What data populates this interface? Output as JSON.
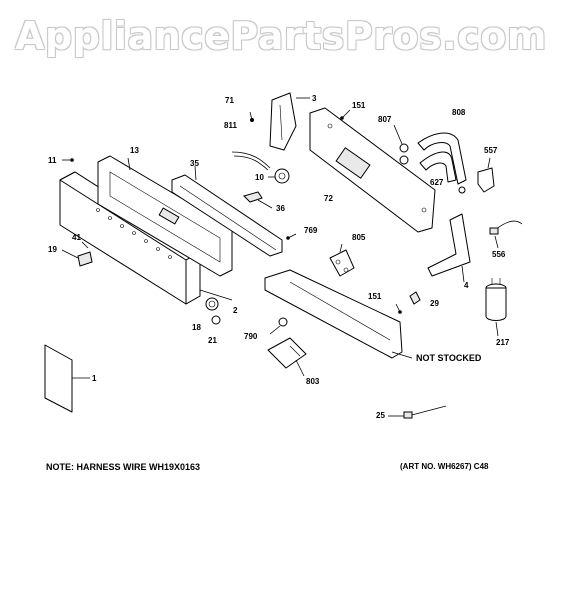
{
  "watermark": "AppliancePartsPros.com",
  "notes": {
    "harness": "NOTE: HARNESS WIRE WH19X0163",
    "art_no": "(ART NO. WH6267) C48",
    "not_stocked": "NOT STOCKED"
  },
  "part_labels": {
    "p71": "71",
    "p3": "3",
    "p151a": "151",
    "p808": "808",
    "p807": "807",
    "p811": "811",
    "p13": "13",
    "p11": "11",
    "p35": "35",
    "p10": "10",
    "p557": "557",
    "p627": "627",
    "p72": "72",
    "p36": "36",
    "p769": "769",
    "p805": "805",
    "p41": "41",
    "p19": "19",
    "p556": "556",
    "p4": "4",
    "p151b": "151",
    "p29": "29",
    "p18": "18",
    "p2": "2",
    "p790": "790",
    "p21": "21",
    "p217": "217",
    "p803": "803",
    "p1": "1",
    "p25": "25"
  }
}
